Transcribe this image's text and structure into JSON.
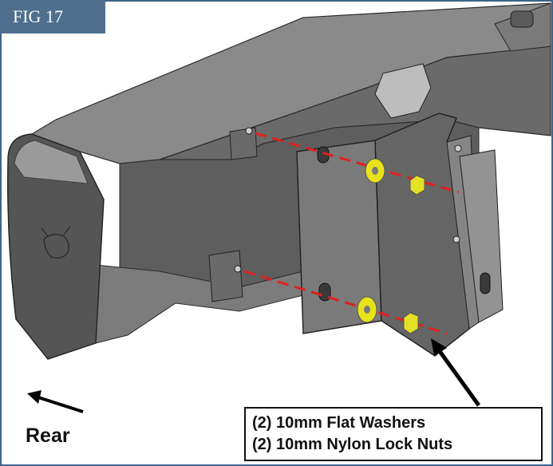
{
  "figure": {
    "label": "FIG 17"
  },
  "direction": {
    "label": "Rear"
  },
  "callout": {
    "lines": [
      "(2) 10mm Flat Washers",
      "(2) 10mm Nylon Lock Nuts"
    ]
  },
  "colors": {
    "label_bg": "#4f6f8f",
    "frame": "#3f638b",
    "washer": "#e8e21a",
    "nut": "#e3e025",
    "guide_line": "#e02020",
    "bumper": "#6e6e6e"
  },
  "icons": [
    "bull-logo-icon",
    "arrow-icon"
  ]
}
